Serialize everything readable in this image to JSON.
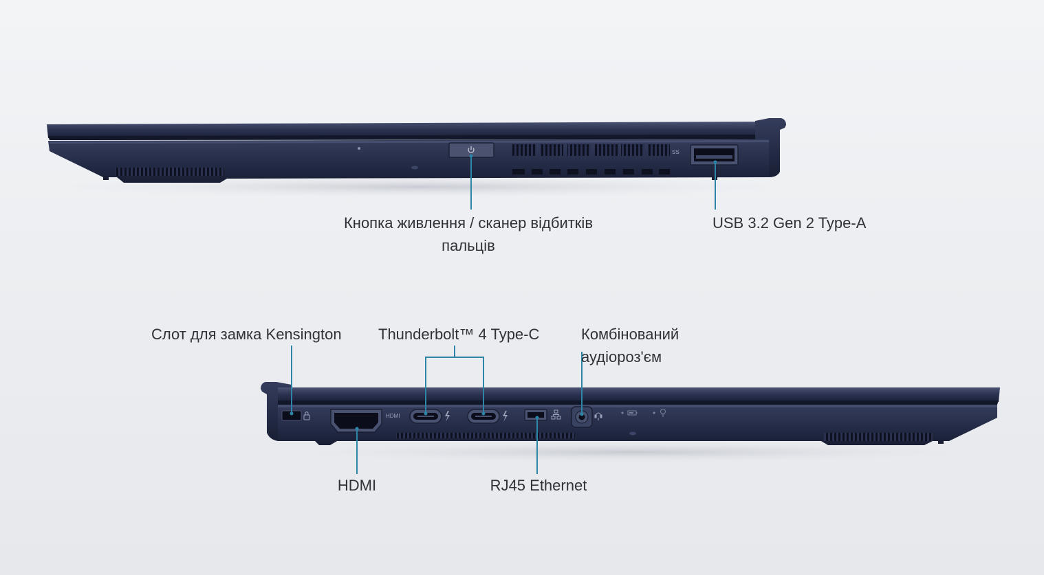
{
  "laptop_right_side": {
    "usb_logo": "SS",
    "callouts": {
      "power_button": {
        "line1": "Кнопка живлення / сканер відбитків",
        "line2": "пальців"
      },
      "usb_a": "USB 3.2 Gen 2 Type-A"
    }
  },
  "laptop_left_side": {
    "hdmi_logo": "HDMI",
    "callouts": {
      "kensington": "Слот для замка Kensington",
      "thunderbolt": "Thunderbolt™ 4 Type-C",
      "audio": {
        "line1": "Комбінований",
        "line2": "аудіороз'єм"
      },
      "hdmi": "HDMI",
      "rj45": "RJ45 Ethernet"
    }
  },
  "colors": {
    "chassis": "#262d4a",
    "chassis_dark": "#141a30",
    "chassis_light": "#48506f",
    "callout_line": "#2d85a8",
    "text": "#2f3238"
  }
}
